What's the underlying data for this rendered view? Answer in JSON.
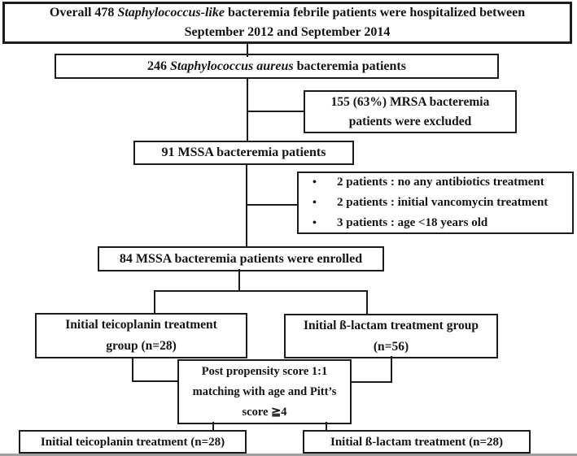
{
  "figure": {
    "boxes": {
      "overall": {
        "line1_prefix": "Overall 478 ",
        "line1_italic": "Staphylococcus-like",
        "line1_suffix": " bacteremia febrile patients were hospitalized between",
        "line2": "September 2012 and September 2014"
      },
      "sa246": {
        "prefix": "246 ",
        "italic": "Staphylococcus aureus",
        "suffix": " bacteremia patients"
      },
      "mrsa_excluded": {
        "line1": "155 (63%) MRSA bacteremia",
        "line2": "patients were excluded"
      },
      "mssa91": {
        "text": "91 MSSA bacteremia patients"
      },
      "exclusions": {
        "bullet": "•",
        "items": [
          "2 patients : no any antibiotics treatment",
          "2 patients : initial vancomycin treatment",
          "3 patients : age <18 years old"
        ]
      },
      "mssa84": {
        "text": "84 MSSA bacteremia patients were enrolled"
      },
      "teico_group": {
        "line1": "Initial teicoplanin treatment",
        "line2": "group (n=28)"
      },
      "blactam_group": {
        "line1": "Initial ß-lactam treatment group",
        "line2": "(n=56)"
      },
      "propensity": {
        "line1": "Post propensity score 1:1",
        "line2": "matching with age and Pitt’s",
        "line3": "score ≧4"
      },
      "teico_final": {
        "text": "Initial teicoplanin treatment (n=28)"
      },
      "blactam_final": {
        "text": "Initial ß-lactam treatment (n=28)"
      }
    },
    "colors": {
      "box_border": "#1c1c1c",
      "connector_line": "#1c1c1c",
      "background": "#ffffff",
      "bottom_rule": "#9f9f9f"
    }
  }
}
